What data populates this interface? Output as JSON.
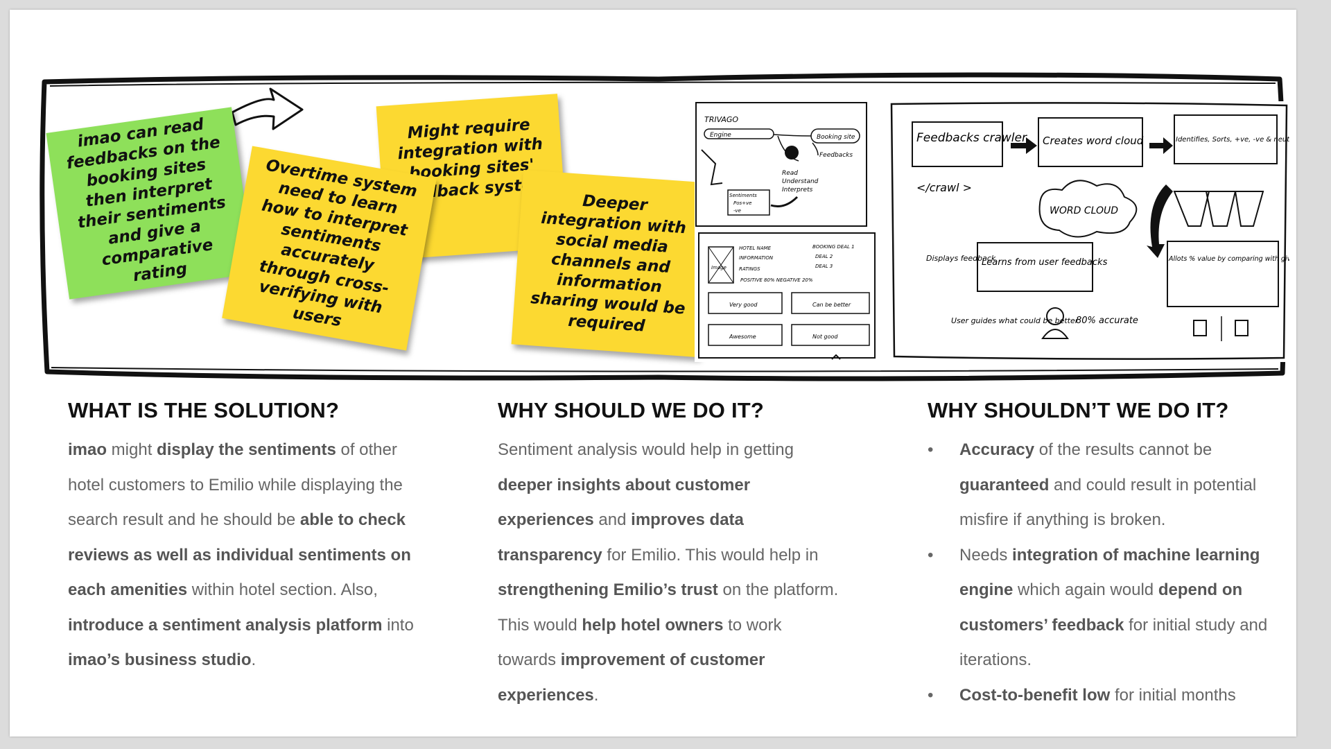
{
  "banner": {
    "notes": [
      "imao can read feedbacks on the booking sites then interpret their sentiments and give a comparative rating",
      "Overtime system need to learn how to interpret sentiments accurately through cross-verifying with users",
      "Might require integration with booking sites' feedback system",
      "Deeper integration with social media channels and information sharing would be required"
    ],
    "sketch1": {
      "brand": "TRIVAGO",
      "engine": "Engine",
      "booking_site": "Booking site",
      "feedbacks": "Feedbacks",
      "read": "Read",
      "understand": "Understand",
      "interprets": "Interprets",
      "sentiments": "Sentiments",
      "pos": "Pos+ve",
      "neg": "-ve",
      "image": "Image",
      "hotel_name": "HOTEL NAME",
      "information": "INFORMATION",
      "ratings": "RATINGS",
      "booking_deal": "BOOKING DEAL 1",
      "deal2": "DEAL 2",
      "deal3": "DEAL 3",
      "sentiment_line": "POSITIVE 80% NEGATIVE 20%",
      "r1": "Very good",
      "r2": "Can be better",
      "r3": "Awesome",
      "r4": "Not good"
    },
    "sketch2": {
      "feedback_crawler": "Feedbacks crawler",
      "crawl_tag": "</crawl >",
      "word_cloud_create": "Creates word cloud",
      "identifies": "Identifies, Sorts, +ve, -ve & neutral",
      "word_cloud": "WORD CLOUD",
      "displays": "Displays feedback",
      "learns": "Learns from user feedbacks",
      "allots": "Allots % value by comparing with given feedbacks",
      "user_guides": "User guides what could be better",
      "accurate": "80% accurate"
    }
  },
  "columns": {
    "solution": {
      "heading": "WHAT IS THE SOLUTION?"
    },
    "why": {
      "heading": "WHY SHOULD WE DO IT?"
    },
    "why_not": {
      "heading": "WHY SHOULDN’T WE DO IT?"
    }
  },
  "solution_text": {
    "s1": "imao",
    "s2": " might ",
    "s3": "display the sentiments",
    "s4": " of other hotel customers to Emilio while displaying the search result and he should be ",
    "s5": "able to check reviews as well as individual sentiments on each amenities",
    "s6": " within hotel section. Also, ",
    "s7": "introduce a sentiment analysis platform",
    "s8": " into ",
    "s9": "imao’s business studio",
    "s10": "."
  },
  "why_text": {
    "w1": "Sentiment analysis would help in getting ",
    "w2": "deeper insights about customer experiences",
    "w3": " and ",
    "w4": "improves data transparency",
    "w5": " for Emilio. This would help in ",
    "w6": "strengthening Emilio’s trust",
    "w7": " on the platform. This would ",
    "w8": "help hotel owners",
    "w9": " to work towards ",
    "w10": "improvement of customer experiences",
    "w11": "."
  },
  "why_not_items": {
    "bullet": "•",
    "i1a": "Accuracy",
    "i1b": " of the results cannot be ",
    "i1c": "guaranteed",
    "i1d": " and could result in potential misfire if anything is broken.",
    "i2a": "Needs ",
    "i2b": "integration of machine learning engine",
    "i2c": " which again would ",
    "i2d": "depend on customers’ feedback",
    "i2e": " for initial study and iterations.",
    "i3a": "Cost-to-benefit low",
    "i3b": " for initial months"
  }
}
